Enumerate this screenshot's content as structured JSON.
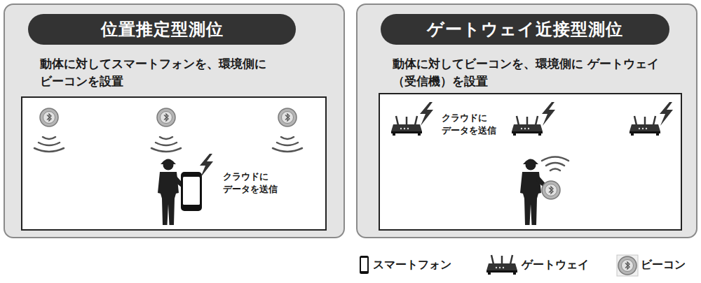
{
  "diagram": {
    "nodes": [
      {
        "text": [
          "動体に対してスマートフォンを、環境側に ビーコンを設置"
        ]
      },
      {
        "text": [
          "位置推定型測位"
        ],
        "in": 0
      },
      {
        "text": [
          "クラウドに データを送信"
        ],
        "in": 0
      },
      {
        "text": [
          "動体に対してビーコンを、環境側に ゲートウェイ（受信機）を設置"
        ]
      },
      {
        "text": [
          "ゲートウェイ近接型測位"
        ],
        "in": 3
      },
      {
        "text": [
          "クラウドに データを送信"
        ],
        "in": 3
      }
    ],
    "legend": [
      {
        "text": "スマートフォン"
      },
      {
        "text": "ゲートウェイ"
      },
      {
        "text": "ビーコン"
      }
    ]
  }
}
